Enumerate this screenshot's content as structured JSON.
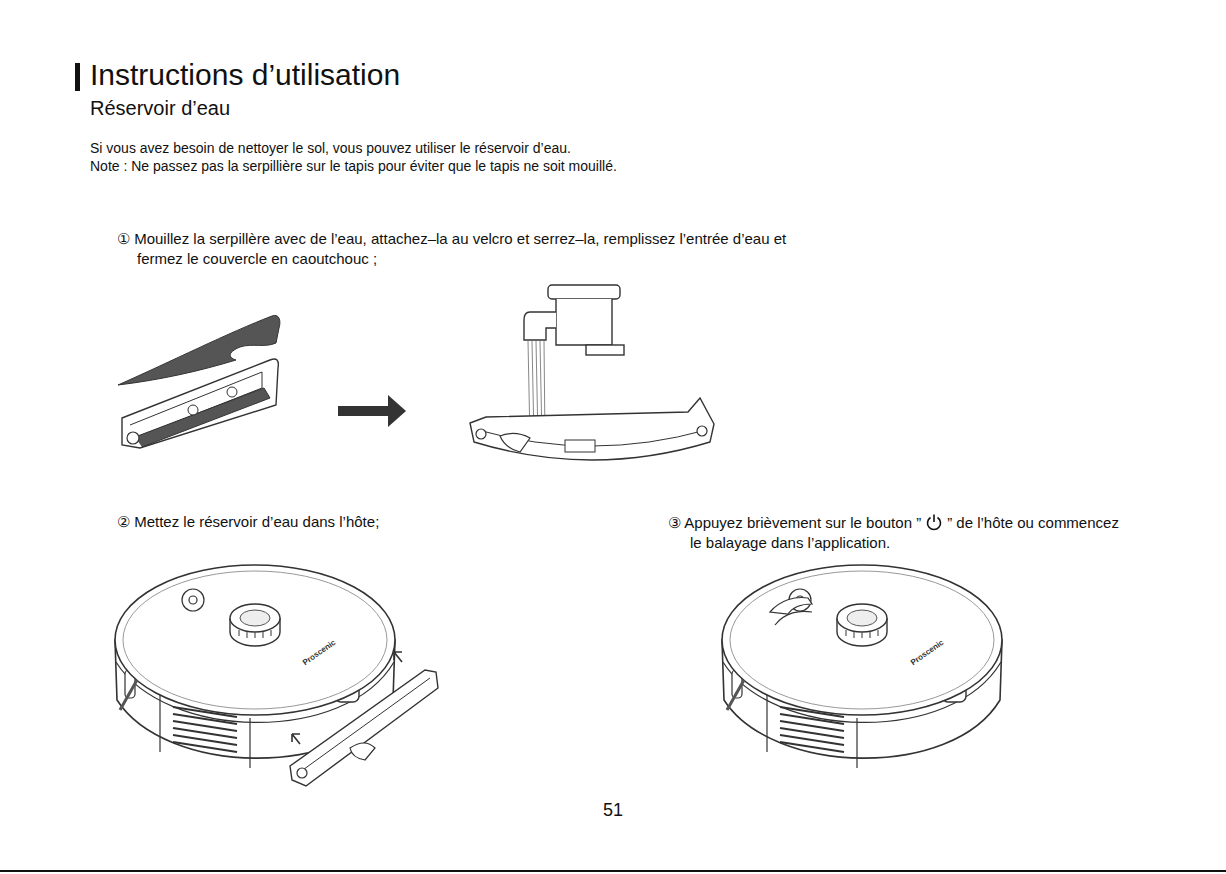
{
  "diagram": {
    "title": "Instructions d’utilisation",
    "labels": [
      "Réservoir d’eau",
      "Si vous avez besoin de nettoyer le sol, vous pouvez utiliser le réservoir d’eau.",
      "Note : Ne passez pas la serpillière sur le tapis pour éviter que le tapis ne soit mouillé.",
      "① Mouillez la serpillère avec de l’eau, attachez–la au velcro et serrez–la, remplissez l’entrée d’eau et fermez le couvercle en caoutchouc ;",
      "② Mettez le réservoir d’eau dans l’hôte;",
      "③ Appuyez brièvement sur le bouton ”",
      "” de l’hôte ou commencez le balayage dans l’application.",
      "Proscenic",
      "Proscenic",
      "51"
    ]
  }
}
